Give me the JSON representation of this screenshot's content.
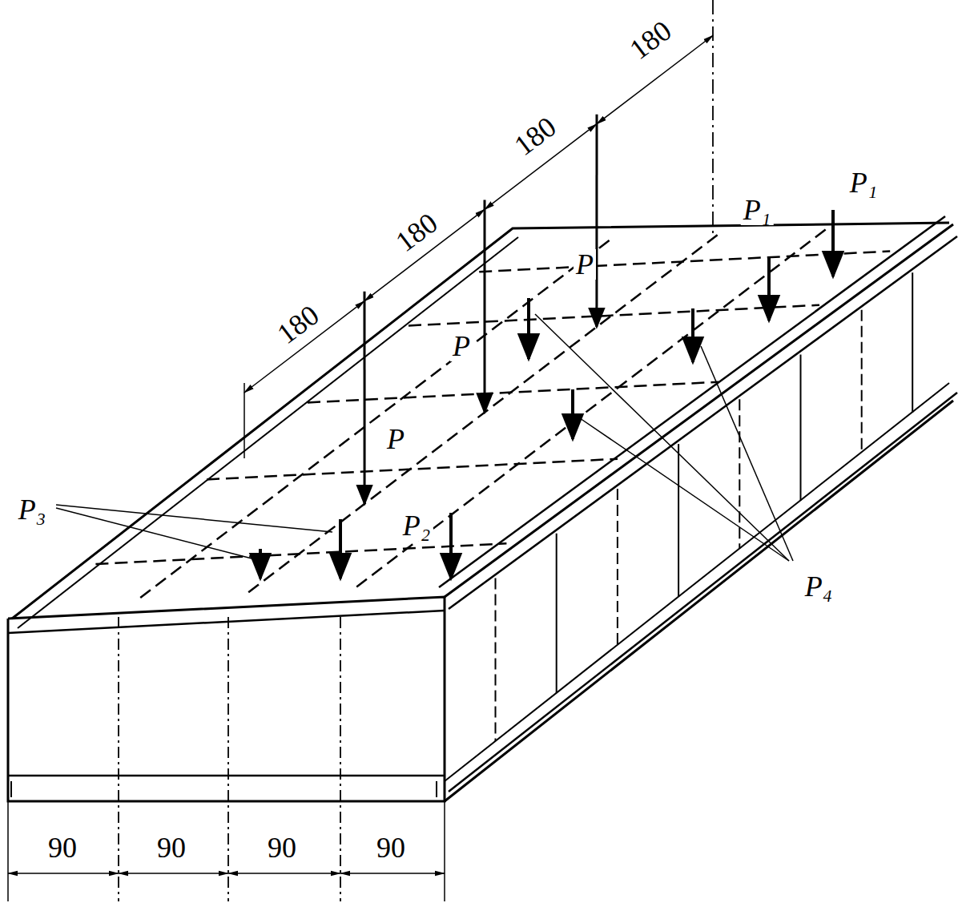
{
  "diagram": {
    "labels": [
      "180",
      "180",
      "180",
      "180",
      "P₁",
      "P₁",
      "P",
      "P",
      "P",
      "P₃",
      "P₂",
      "P₄",
      "90",
      "90",
      "90",
      "90"
    ]
  }
}
